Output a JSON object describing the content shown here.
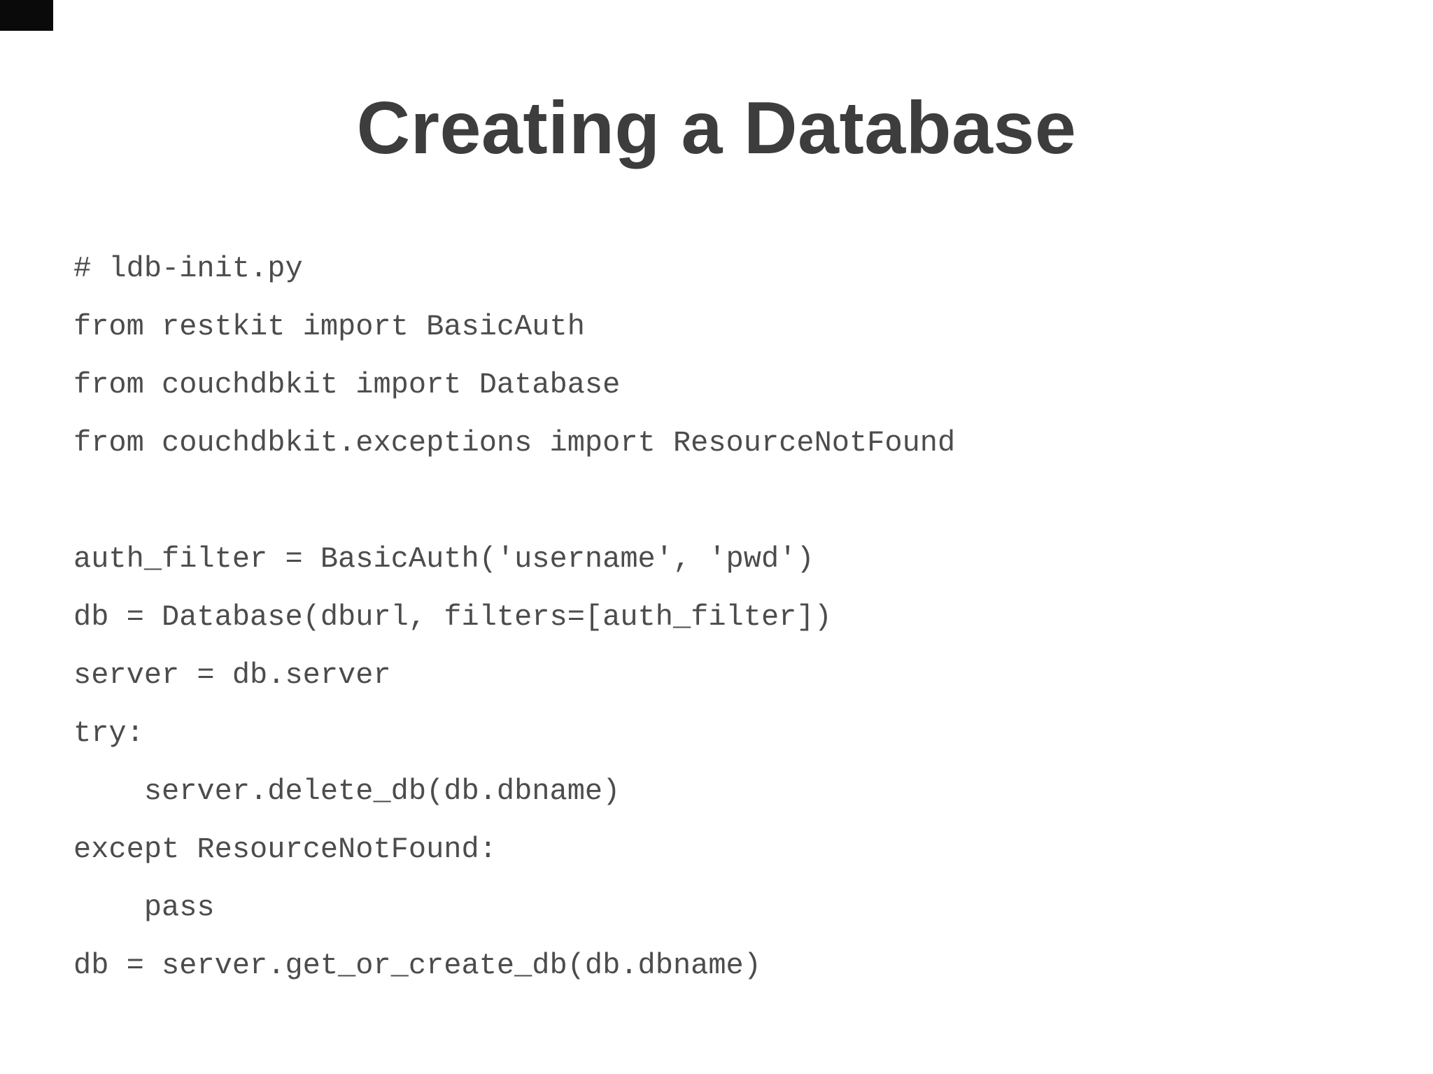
{
  "page": {
    "background_color": "#ffffff",
    "corner_overlay_color": "#0a0a0a"
  },
  "title": {
    "text": "Creating a Database",
    "color": "#3d3d3d"
  },
  "code": {
    "color": "#4c4c4c",
    "lines": [
      "# ldb-init.py",
      "from restkit import BasicAuth",
      "from couchdbkit import Database",
      "from couchdbkit.exceptions import ResourceNotFound",
      "",
      "auth_filter = BasicAuth('username', 'pwd')",
      "db = Database(dburl, filters=[auth_filter])",
      "server = db.server",
      "try:",
      "    server.delete_db(db.dbname)",
      "except ResourceNotFound:",
      "    pass",
      "db = server.get_or_create_db(db.dbname)"
    ]
  }
}
